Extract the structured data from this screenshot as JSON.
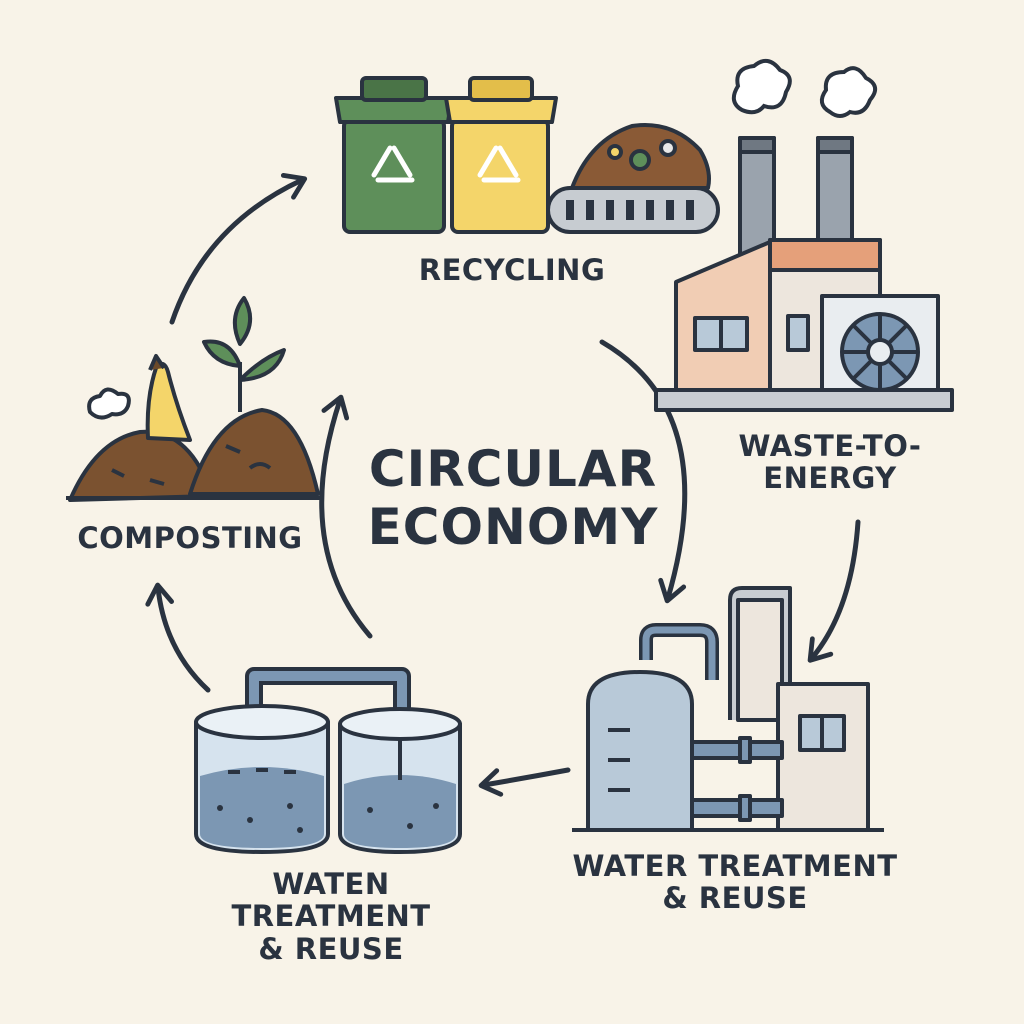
{
  "title": {
    "line1": "CIRCULAR",
    "line2": "ECONOMY"
  },
  "stages": {
    "recycling": {
      "label": "RECYCLING"
    },
    "waste_to_energy": {
      "line1": "WASTE-TO-",
      "line2": "ENERGY"
    },
    "water_treatment_right": {
      "line1": "WATER TREATMENT",
      "line2": "& REUSE"
    },
    "water_treatment_left": {
      "line1": "WATEN",
      "line2": "TREATMENT",
      "line3": "& REUSE"
    },
    "composting": {
      "label": "COMPOSTING"
    }
  },
  "colors": {
    "background": "#f8f3e8",
    "outline": "#2a3340",
    "bin_green": "#5e8f5a",
    "bin_yellow": "#f4d56a",
    "factory_peach": "#f1cdb4",
    "factory_roof": "#e5a07a",
    "water_blue": "#7c97b3",
    "tank_blue": "#b8c9d8",
    "compost_brown": "#7b5230",
    "leaf_green": "#5e8f5a"
  },
  "icons": [
    "recycle-icon",
    "fan-icon",
    "leaf-icon",
    "banana-peel-icon",
    "smoke-icon"
  ]
}
